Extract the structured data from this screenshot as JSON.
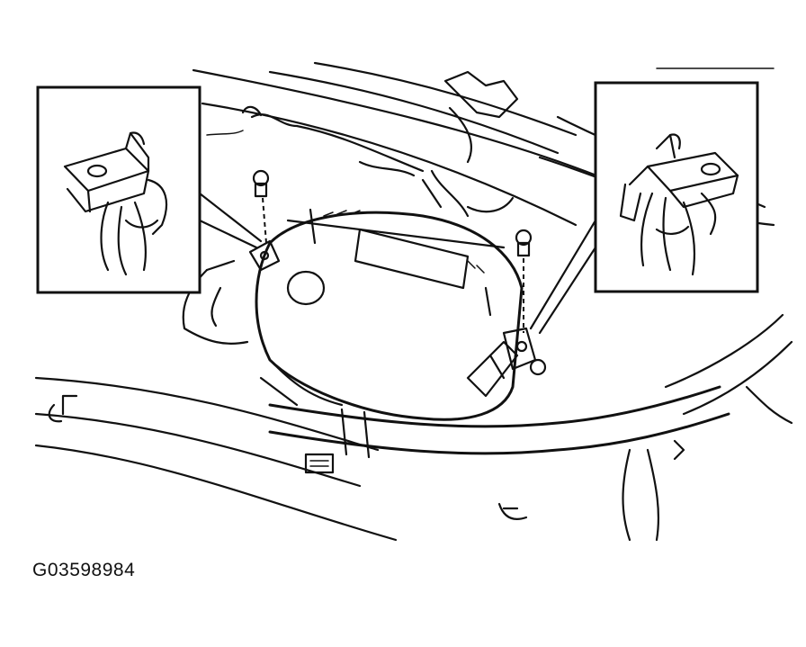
{
  "figure": {
    "id": "G03598984"
  },
  "components": {
    "left_detail": "bracket-clip-detail",
    "right_detail": "bracket-clip-detail",
    "center": "airbag-module",
    "fasteners": [
      "bolt",
      "bolt"
    ]
  },
  "colors": {
    "ink": "#111111",
    "background": "#ffffff"
  }
}
